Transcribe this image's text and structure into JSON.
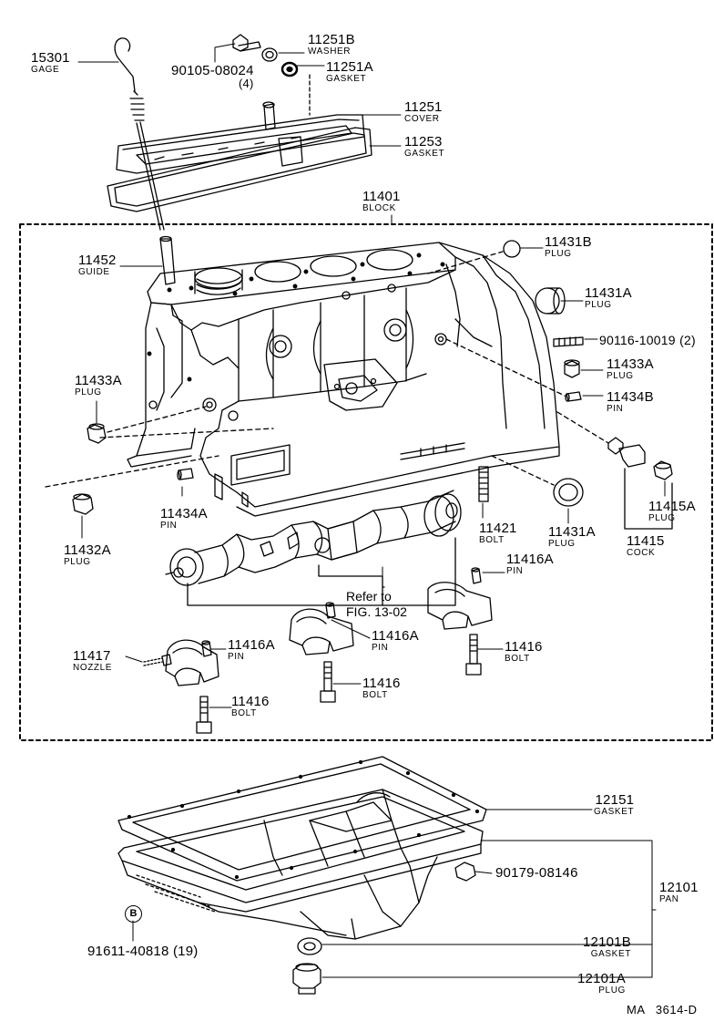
{
  "parts": [
    {
      "id": "gage",
      "number": "15301",
      "name": "GAGE"
    },
    {
      "id": "washer",
      "number": "11251B",
      "name": "WASHER"
    },
    {
      "id": "bolt-90105",
      "number": "90105-08024",
      "qty": "(4)"
    },
    {
      "id": "gasket-11251a",
      "number": "11251A",
      "name": "GASKET"
    },
    {
      "id": "cover",
      "number": "11251",
      "name": "COVER"
    },
    {
      "id": "gasket-11253",
      "number": "11253",
      "name": "GASKET"
    },
    {
      "id": "block",
      "number": "11401",
      "name": "BLOCK"
    },
    {
      "id": "guide",
      "number": "11452",
      "name": "GUIDE"
    },
    {
      "id": "plug-11431b",
      "number": "11431B",
      "name": "PLUG"
    },
    {
      "id": "plug-11431a-top",
      "number": "11431A",
      "name": "PLUG"
    },
    {
      "id": "stud-90116",
      "number": "90116-10019",
      "qty": "(2)"
    },
    {
      "id": "plug-11433a-right",
      "number": "11433A",
      "name": "PLUG"
    },
    {
      "id": "pin-11434b",
      "number": "11434B",
      "name": "PIN"
    },
    {
      "id": "plug-11433a-left",
      "number": "11433A",
      "name": "PLUG"
    },
    {
      "id": "pin-11434a",
      "number": "11434A",
      "name": "PIN"
    },
    {
      "id": "bolt-11421",
      "number": "11421",
      "name": "BOLT"
    },
    {
      "id": "plug-11431a-bottom",
      "number": "11431A",
      "name": "PLUG"
    },
    {
      "id": "plug-11415a",
      "number": "11415A",
      "name": "PLUG"
    },
    {
      "id": "cock",
      "number": "11415",
      "name": "COCK"
    },
    {
      "id": "plug-11432a",
      "number": "11432A",
      "name": "PLUG"
    },
    {
      "id": "pin-11416a-right",
      "number": "11416A",
      "name": "PIN"
    },
    {
      "id": "pin-11416a-center",
      "number": "11416A",
      "name": "PIN"
    },
    {
      "id": "pin-11416a-left",
      "number": "11416A",
      "name": "PIN"
    },
    {
      "id": "nozzle",
      "number": "11417",
      "name": "NOZZLE"
    },
    {
      "id": "bolt-11416-right",
      "number": "11416",
      "name": "BOLT"
    },
    {
      "id": "bolt-11416-center",
      "number": "11416",
      "name": "BOLT"
    },
    {
      "id": "bolt-11416-left",
      "number": "11416",
      "name": "BOLT"
    },
    {
      "id": "gasket-12151",
      "number": "12151",
      "name": "GASKET"
    },
    {
      "id": "bolt-90179",
      "number": "90179-08146"
    },
    {
      "id": "pan",
      "number": "12101",
      "name": "PAN"
    },
    {
      "id": "bolt-91611",
      "number": "91611-40818",
      "qty": "(19)"
    },
    {
      "id": "gasket-12101b",
      "number": "12101B",
      "name": "GASKET"
    },
    {
      "id": "plug-12101a",
      "number": "12101A",
      "name": "PLUG"
    }
  ],
  "refer": {
    "line1": "Refer to",
    "line2": "FIG. 13-02"
  },
  "marker": "B",
  "footer": {
    "code": "MA",
    "figure": "3614-D"
  },
  "colors": {
    "line": "#000000",
    "background": "#ffffff"
  }
}
